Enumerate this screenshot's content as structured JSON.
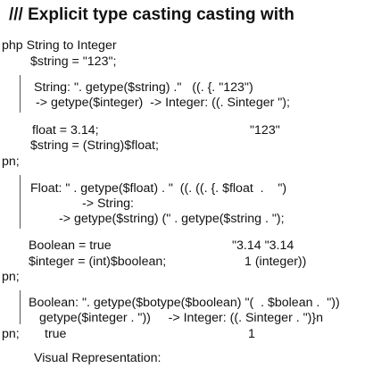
{
  "title": "///  Explicit type casting casting with",
  "lines": [
    "php String to Integer",
    "$string = \"123\";",
    "String: \". getype($string) .\"   ((. {. \"123\")",
    "-> getype($integer)  -> Integer: ((. Sinteger \");",
    "float = 3.14;",
    "\"123\"",
    "$string = (String)$float;",
    "pn;",
    "Float: \" . getype($float) . \"  ((. ((. {. $float  .    \")",
    "-> String:",
    "-> getype($string) (\" . getype($string . \");",
    "Boolean = true",
    "\"3.14 \"3.14",
    "$integer = (int)$boolean;",
    "1 (integer))",
    "pn;",
    "Boolean: \". getype($botype($boolean) \"(  . $bolean .  \"))",
    "getype($integer . \"))     -> Integer: ((. Sinteger . \")}n",
    "pn;",
    "true",
    "1",
    "Visual Representation:"
  ]
}
